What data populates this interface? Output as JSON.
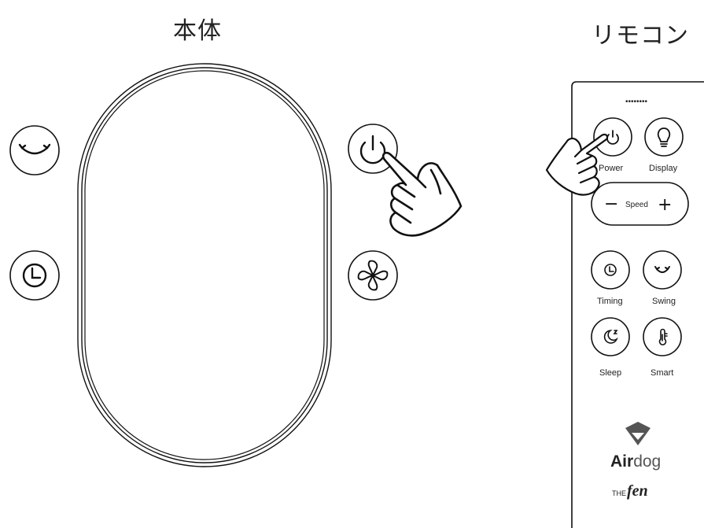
{
  "titles": {
    "main_unit": "本体",
    "remote": "リモコン"
  },
  "main_unit": {
    "buttons": [
      {
        "icon": "swing-icon"
      },
      {
        "icon": "timer-icon"
      },
      {
        "icon": "power-icon"
      },
      {
        "icon": "fan-icon"
      }
    ]
  },
  "remote": {
    "dots": "••••••••",
    "power_label": "Power",
    "display_label": "Display",
    "speed_label": "Speed",
    "speed_minus": "−",
    "speed_plus": "+",
    "timing_label": "Timing",
    "swing_label": "Swing",
    "sleep_label": "Sleep",
    "smart_label": "Smart",
    "brand_air": "Air",
    "brand_dog": "dog",
    "brand_the": "THE",
    "brand_fen": "fen"
  }
}
